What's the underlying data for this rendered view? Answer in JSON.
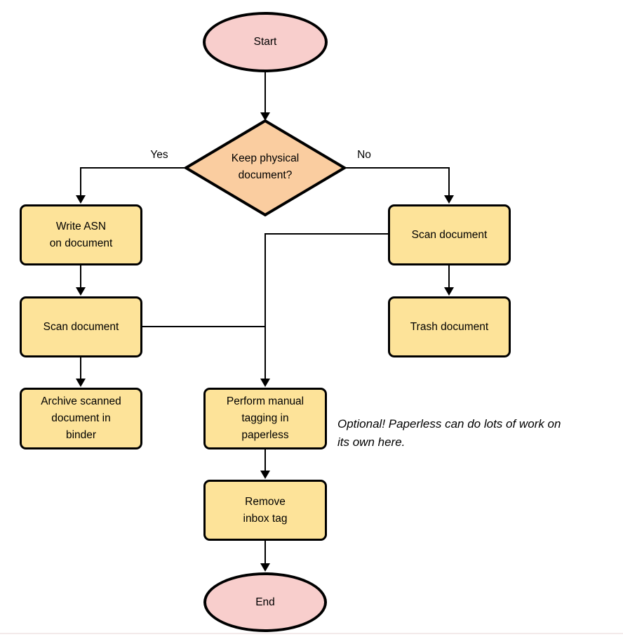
{
  "nodes": {
    "start": {
      "label": "Start",
      "type": "terminal"
    },
    "decision": {
      "label": [
        "Keep physical",
        "document?"
      ],
      "type": "decision"
    },
    "write_asn": {
      "label": [
        "Write ASN",
        "on document"
      ],
      "type": "process"
    },
    "scan_left": {
      "label": "Scan document",
      "type": "process"
    },
    "archive": {
      "label": [
        "Archive scanned",
        "document in",
        "binder"
      ],
      "type": "process"
    },
    "scan_right": {
      "label": "Scan document",
      "type": "process"
    },
    "trash": {
      "label": "Trash document",
      "type": "process"
    },
    "tagging": {
      "label": [
        "Perform manual",
        "tagging in",
        "paperless"
      ],
      "type": "process"
    },
    "remove_inbox": {
      "label": [
        "Remove",
        "inbox tag"
      ],
      "type": "process"
    },
    "end": {
      "label": "End",
      "type": "terminal"
    }
  },
  "edge_labels": {
    "yes": "Yes",
    "no": "No"
  },
  "edges": [
    {
      "from": "start",
      "to": "decision"
    },
    {
      "from": "decision",
      "to": "write_asn",
      "label": "Yes"
    },
    {
      "from": "decision",
      "to": "scan_right",
      "label": "No"
    },
    {
      "from": "write_asn",
      "to": "scan_left"
    },
    {
      "from": "scan_left",
      "to": "archive"
    },
    {
      "from": "scan_left",
      "to": "tagging"
    },
    {
      "from": "scan_right",
      "to": "trash"
    },
    {
      "from": "scan_right",
      "to": "tagging"
    },
    {
      "from": "tagging",
      "to": "remove_inbox"
    },
    {
      "from": "remove_inbox",
      "to": "end"
    }
  ],
  "annotation": [
    "Optional! Paperless can do lots of work on",
    "its own here."
  ],
  "colors": {
    "terminal_fill": "#f8cecc",
    "decision_fill": "#facda0",
    "process_fill": "#fde399",
    "stroke": "#000000",
    "canvas_bg": "#ffffff",
    "baseline_line": "#f3eaea"
  }
}
